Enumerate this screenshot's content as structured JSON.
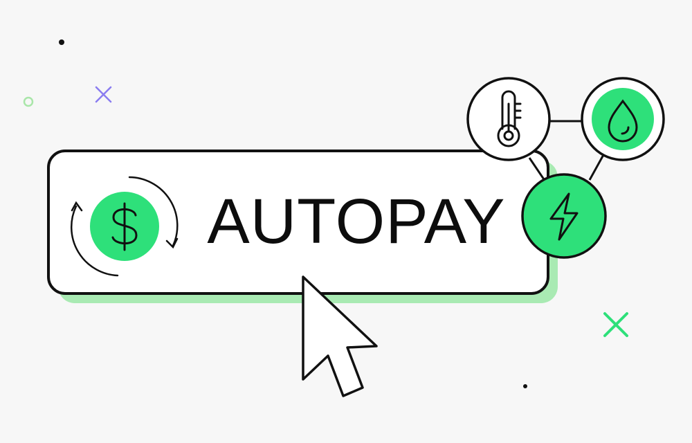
{
  "autopay_button": {
    "label": "AUTOPAY",
    "dollar_icon": "dollar-sign-icon",
    "cycle_icon": "circular-arrows-icon"
  },
  "utilities": [
    {
      "name": "temperature",
      "icon": "thermometer-icon"
    },
    {
      "name": "water",
      "icon": "water-drop-icon"
    },
    {
      "name": "electricity",
      "icon": "lightning-bolt-icon"
    }
  ],
  "cursor_icon": "mouse-pointer-icon",
  "colors": {
    "background": "#f7f7f7",
    "accent_green": "#2ee07a",
    "shadow_green": "#a9eab3",
    "outline": "#111111",
    "purple_mark": "#8a7cf0",
    "light_green_ring": "#a9e6a9"
  }
}
